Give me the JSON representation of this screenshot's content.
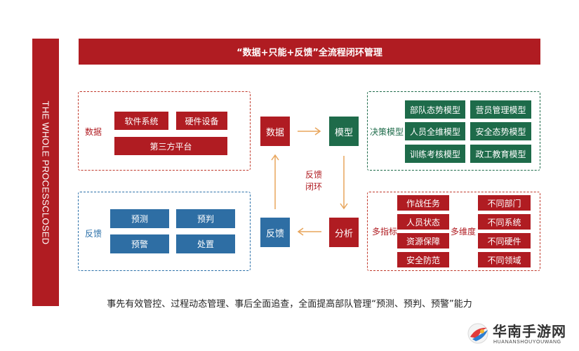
{
  "side_banner": "THE WHOLE PROCESSCLOSED",
  "title": "“数据+只能+反馈”全流程闭环管理",
  "data_panel": {
    "label": "数据",
    "items": [
      "软件系统",
      "硬件设备",
      "第三方平台"
    ]
  },
  "feedback_panel": {
    "label": "反馈",
    "items": [
      "预测",
      "预判",
      "预警",
      "处置"
    ]
  },
  "model_panel": {
    "label": "决策模型",
    "items": [
      "部队态势模型",
      "营员管理模型",
      "人员全维模型",
      "安全态势模型",
      "训练考核模型",
      "政工教育模型"
    ]
  },
  "analysis_panel": {
    "label_left": "多指标",
    "label_right": "多维度",
    "left_items": [
      "作战任务",
      "人员状态",
      "资源保障",
      "安全防范"
    ],
    "right_items": [
      "不同部门",
      "不同系统",
      "不同硬件",
      "不同领域"
    ]
  },
  "nodes": {
    "data": "数据",
    "model": "模型",
    "analysis": "分析",
    "feedback": "反馈"
  },
  "loop_label": [
    "反馈",
    "闭环"
  ],
  "caption": "事先有效管控、过程动态管理、事后全面追查，全面提高部队管理“预测、预判、预警”能力",
  "watermark": {
    "title": "华南手游网",
    "subtitle": "HUANANSHOUYOUWANG"
  },
  "colors": {
    "red": "#b01c22",
    "green": "#1e6b4a",
    "blue": "#2e6ea4",
    "arrow": "#e8a55c"
  }
}
